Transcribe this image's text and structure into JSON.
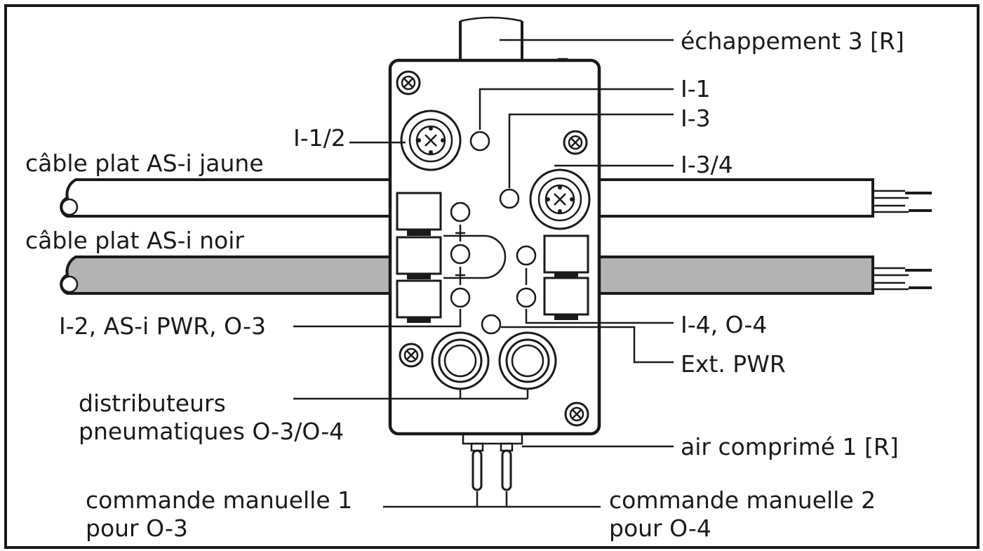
{
  "labels": {
    "exhaust": "échappement 3 [R]",
    "i1": "I-1",
    "i3": "I-3",
    "i12": "I-1/2",
    "i34": "I-3/4",
    "cable_yellow": "câble plat AS-i jaune",
    "cable_black": "câble plat AS-i noir",
    "i2_pwr_o3": "I-2, AS-i PWR, O-3",
    "i4_o4": "I-4, O-4",
    "ext_pwr": "Ext. PWR",
    "valves_line1": "distributeurs",
    "valves_line2": "pneumatiques O-3/O-4",
    "compressed_air": "air comprimé 1 [R]",
    "manual1_line1": "commande manuelle 1",
    "manual1_line2": "pour O-3",
    "manual2_line1": "commande manuelle 2",
    "manual2_line2": "pour O-4"
  },
  "colors": {
    "stroke": "#1a1a1a",
    "background": "#ffffff",
    "black_cable_fill": "#b3b3b3"
  },
  "icons": {
    "screw": "screw-icon",
    "connector": "m12-connector-icon",
    "led": "led-indicator-icon"
  }
}
